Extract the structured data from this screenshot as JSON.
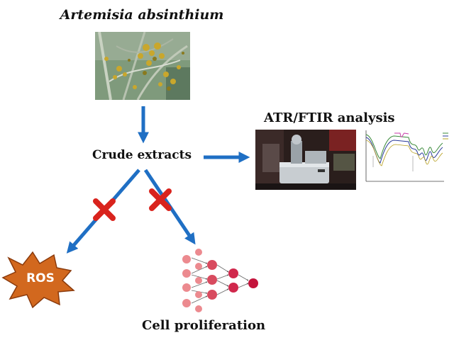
{
  "diagram": {
    "plant_title": "Artemisia absinthium",
    "crude_label": "Crude extracts",
    "atr_label": "ATR/FTIR analysis",
    "ros_label": "ROS",
    "cell_label": "Cell proliferation"
  },
  "colors": {
    "arrow": "#1f6fc4",
    "cross": "#d9231d",
    "ros_fill": "#d2681e",
    "ros_stroke": "#8a3a0c",
    "cell_light": "#ec8a8f",
    "cell_mid": "#d84b5f",
    "cell_dark": "#c4143c"
  }
}
